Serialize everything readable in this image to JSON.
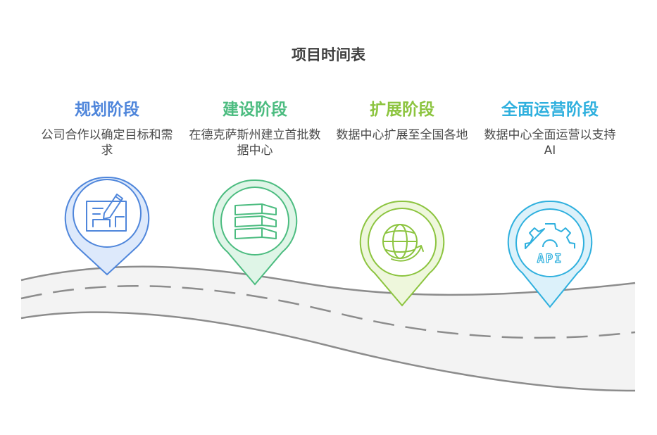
{
  "title": "项目时间表",
  "stages": [
    {
      "title": "规划阶段",
      "description": "公司合作以确定目标和需求",
      "color": "#4f86db",
      "fill": "#dde9fb",
      "icon": "blueprint-pencil-icon"
    },
    {
      "title": "建设阶段",
      "description": "在德克萨斯州建立首批数据中心",
      "color": "#4cbc80",
      "fill": "#dff5e7",
      "icon": "server-rack-icon"
    },
    {
      "title": "扩展阶段",
      "description": "数据中心扩展至全国各地",
      "color": "#8cc43f",
      "fill": "#eef7dc",
      "icon": "globe-arrow-icon"
    },
    {
      "title": "全面运营阶段",
      "description": "数据中心全面运营以支持AI",
      "color": "#2fb0de",
      "fill": "#dcf1fa",
      "icon": "gear-api-icon"
    }
  ],
  "icon_label": "API"
}
